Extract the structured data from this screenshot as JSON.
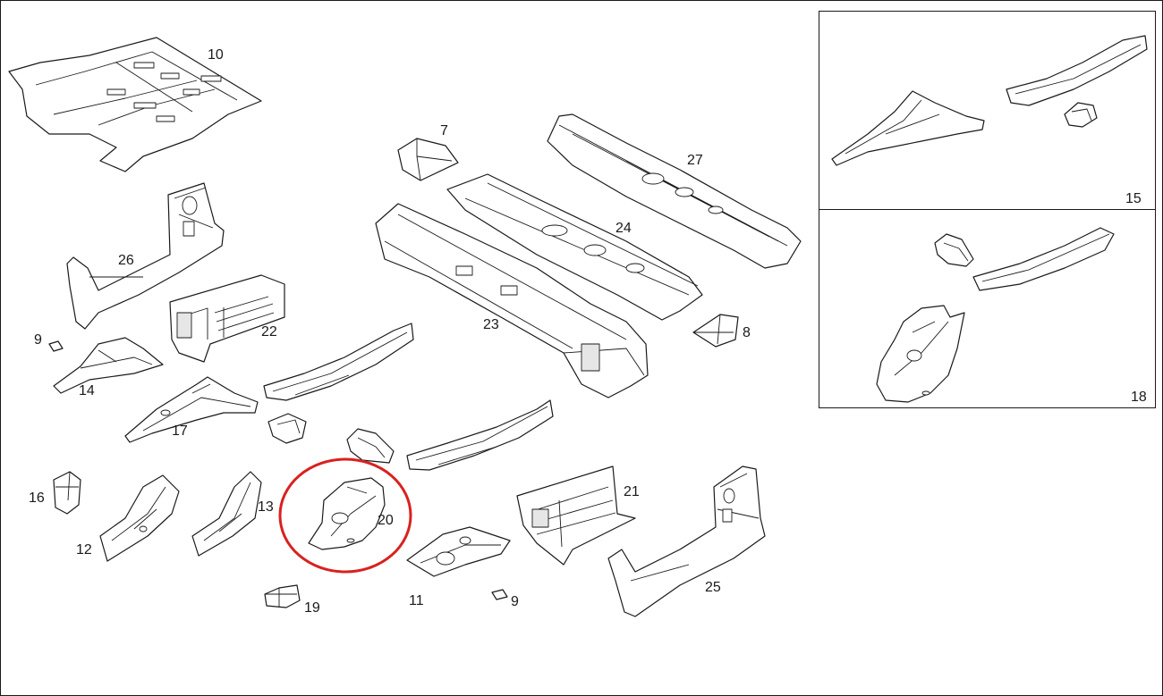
{
  "labels": {
    "p7": "7",
    "p8": "8",
    "p9a": "9",
    "p9b": "9",
    "p10": "10",
    "p11": "11",
    "p12": "12",
    "p13": "13",
    "p14": "14",
    "p15": "15",
    "p16": "16",
    "p17": "17",
    "p18": "18",
    "p19": "19",
    "p20": "20",
    "p21": "21",
    "p22": "22",
    "p23": "23",
    "p24": "24",
    "p25": "25",
    "p26": "26",
    "p27": "27"
  },
  "highlight": {
    "part": "20",
    "color": "#d9211e"
  },
  "colors": {
    "line": "#1a1a1a",
    "background": "#ffffff"
  }
}
